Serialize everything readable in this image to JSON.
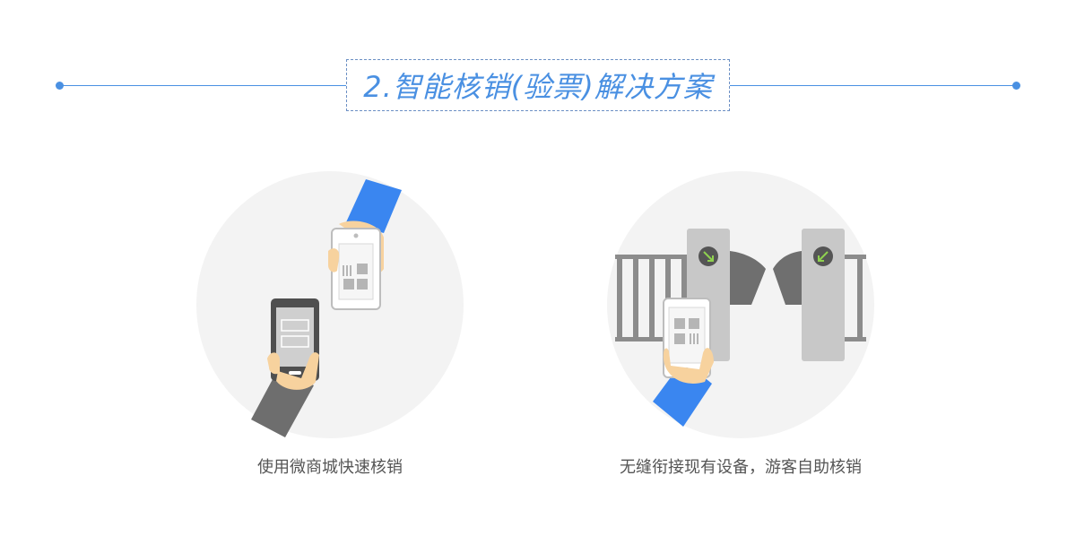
{
  "header": {
    "title": "2.智能核销(验票)解决方案"
  },
  "colors": {
    "accent": "#4a90e2",
    "sleeve_blue": "#3a86f0",
    "sleeve_gray": "#6e6e6e",
    "skin": "#f7d29e",
    "circle_bg": "#f3f3f3",
    "arrow_green": "#8fd14f"
  },
  "scenes": [
    {
      "caption": "使用微商城快速核销",
      "icons": [
        "hand-phone-scanner-icon",
        "hand-phone-qrcode-icon"
      ]
    },
    {
      "caption": "无缝衔接现有设备，游客自助核销",
      "icons": [
        "turnstile-gate-icon",
        "hand-phone-qrcode-icon"
      ]
    }
  ]
}
